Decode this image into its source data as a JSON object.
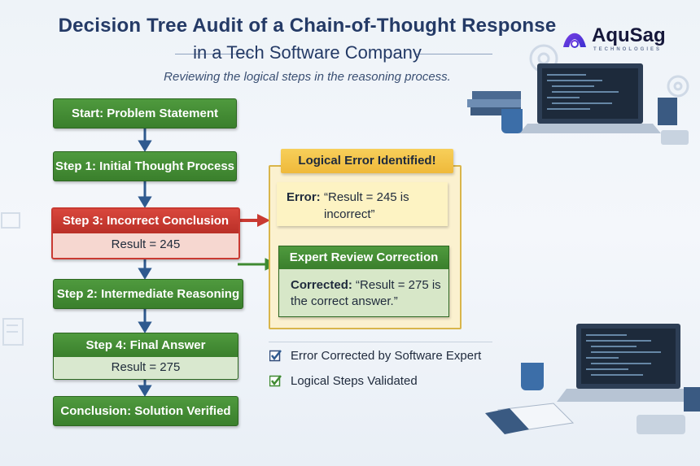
{
  "header": {
    "title": "Decision Tree Audit of a Chain-of-Thought Response",
    "subtitle": "in a Tech Software Company",
    "tagline": "Reviewing the logical steps in the reasoning process."
  },
  "logo": {
    "name": "AquSag",
    "sub": "TECHNOLOGIES",
    "icon": "aqusag-logo-icon"
  },
  "flow": {
    "start": "Start: Problem Statement",
    "step1": "Step 1: Initial Thought Process",
    "step3": {
      "title": "Step 3: Incorrect Conclusion",
      "result": "Result = 245"
    },
    "step2": "Step 2: Intermediate Reasoning",
    "step4": {
      "title": "Step 4: Final Answer",
      "result": "Result = 275"
    },
    "conclusion": "Conclusion: Solution Verified"
  },
  "error_panel": {
    "banner": "Logical Error Identified!",
    "error_label": "Error:",
    "error_text": "“Result = 245 is incorrect”",
    "expert_title": "Expert Review Correction",
    "corrected_label": "Corrected:",
    "corrected_text": "“Result = 275 is the correct answer.”"
  },
  "checklist": [
    {
      "label": "Error Corrected by Software Expert",
      "icon": "checkbox-checked-icon"
    },
    {
      "label": "Logical Steps Validated",
      "icon": "checkmark-icon"
    }
  ],
  "colors": {
    "green": "#3f8a31",
    "red": "#c93a32",
    "yellow": "#f2c043",
    "navy": "#243a66",
    "arrow_blue": "#2f5a8f",
    "arrow_red": "#c93a32"
  }
}
